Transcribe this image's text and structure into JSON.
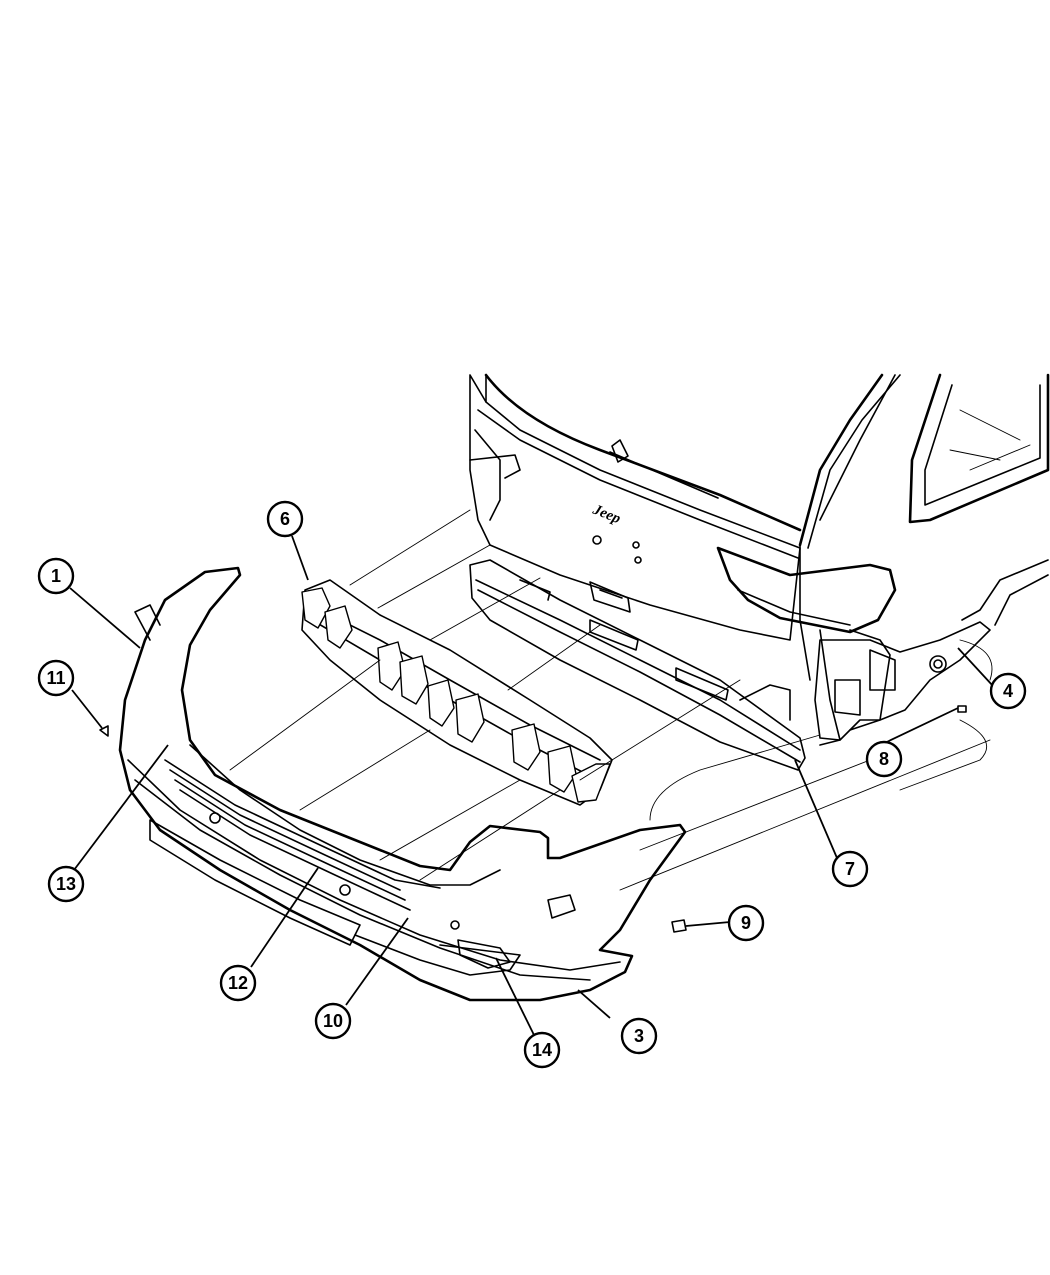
{
  "diagram": {
    "vehicle_badge": "Jeep",
    "callouts": [
      {
        "id": "callout-1",
        "label": "1"
      },
      {
        "id": "callout-3",
        "label": "3"
      },
      {
        "id": "callout-4",
        "label": "4"
      },
      {
        "id": "callout-6",
        "label": "6"
      },
      {
        "id": "callout-7",
        "label": "7"
      },
      {
        "id": "callout-8",
        "label": "8"
      },
      {
        "id": "callout-9",
        "label": "9"
      },
      {
        "id": "callout-10",
        "label": "10"
      },
      {
        "id": "callout-11",
        "label": "11"
      },
      {
        "id": "callout-12",
        "label": "12"
      },
      {
        "id": "callout-13",
        "label": "13"
      },
      {
        "id": "callout-14",
        "label": "14"
      }
    ]
  }
}
